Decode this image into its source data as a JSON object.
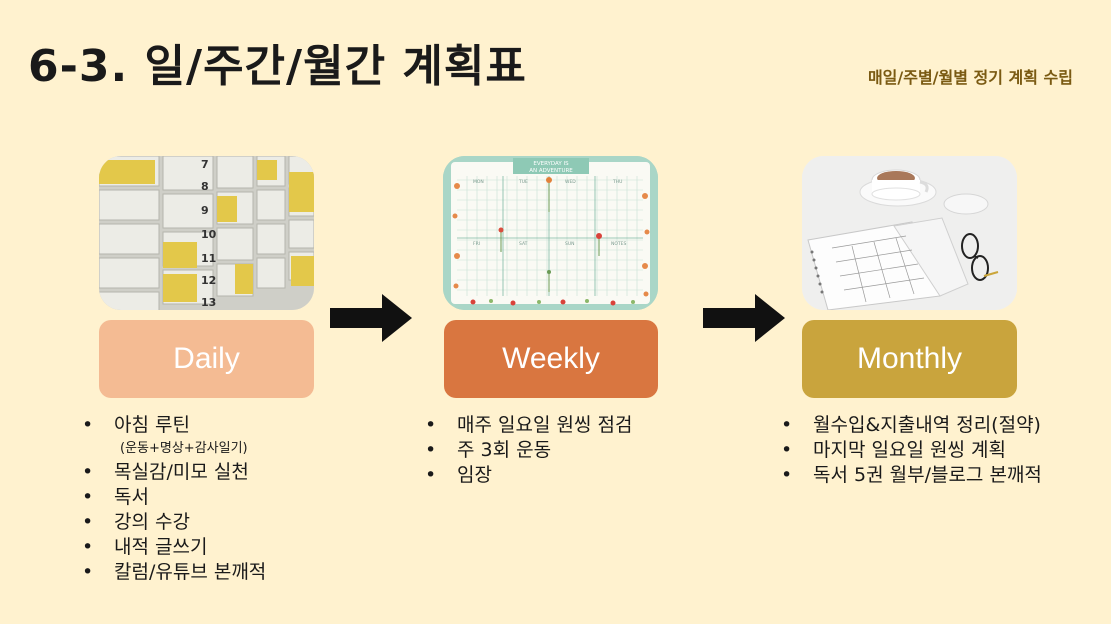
{
  "slide": {
    "title": "6-3. 일/주간/월간 계획표",
    "subtitle": "매일/주별/월별 정기 계획 수립"
  },
  "columns": [
    {
      "label": "Daily",
      "color": "#f4bb93",
      "items": [
        "아침 루틴",
        "(운동+명상+감사일기)",
        "목실감/미모 실천",
        "독서",
        "강의 수강",
        "내적 글쓰기",
        "칼럼/유튜브 본깨적"
      ]
    },
    {
      "label": "Weekly",
      "color": "#d97640",
      "items": [
        "매주 일요일 원씽 점검",
        "주 3회 운동",
        "임장"
      ]
    },
    {
      "label": "Monthly",
      "color": "#c9a43d",
      "items": [
        "월수입&지출내역 정리(절약)",
        "마지막 일요일 원씽 계획",
        "독서 5권 월부/블로그 본깨적"
      ]
    }
  ],
  "planner_header": {
    "banner_line1": "EVERYDAY IS",
    "banner_line2": "AN ADVENTURE",
    "days_top": [
      "MON",
      "TUE",
      "WED",
      "THU"
    ],
    "days_bottom": [
      "FRI",
      "SAT",
      "SUN",
      "NOTES"
    ]
  },
  "calendar_numbers": [
    "7",
    "8",
    "9",
    "10",
    "11",
    "12",
    "13"
  ]
}
